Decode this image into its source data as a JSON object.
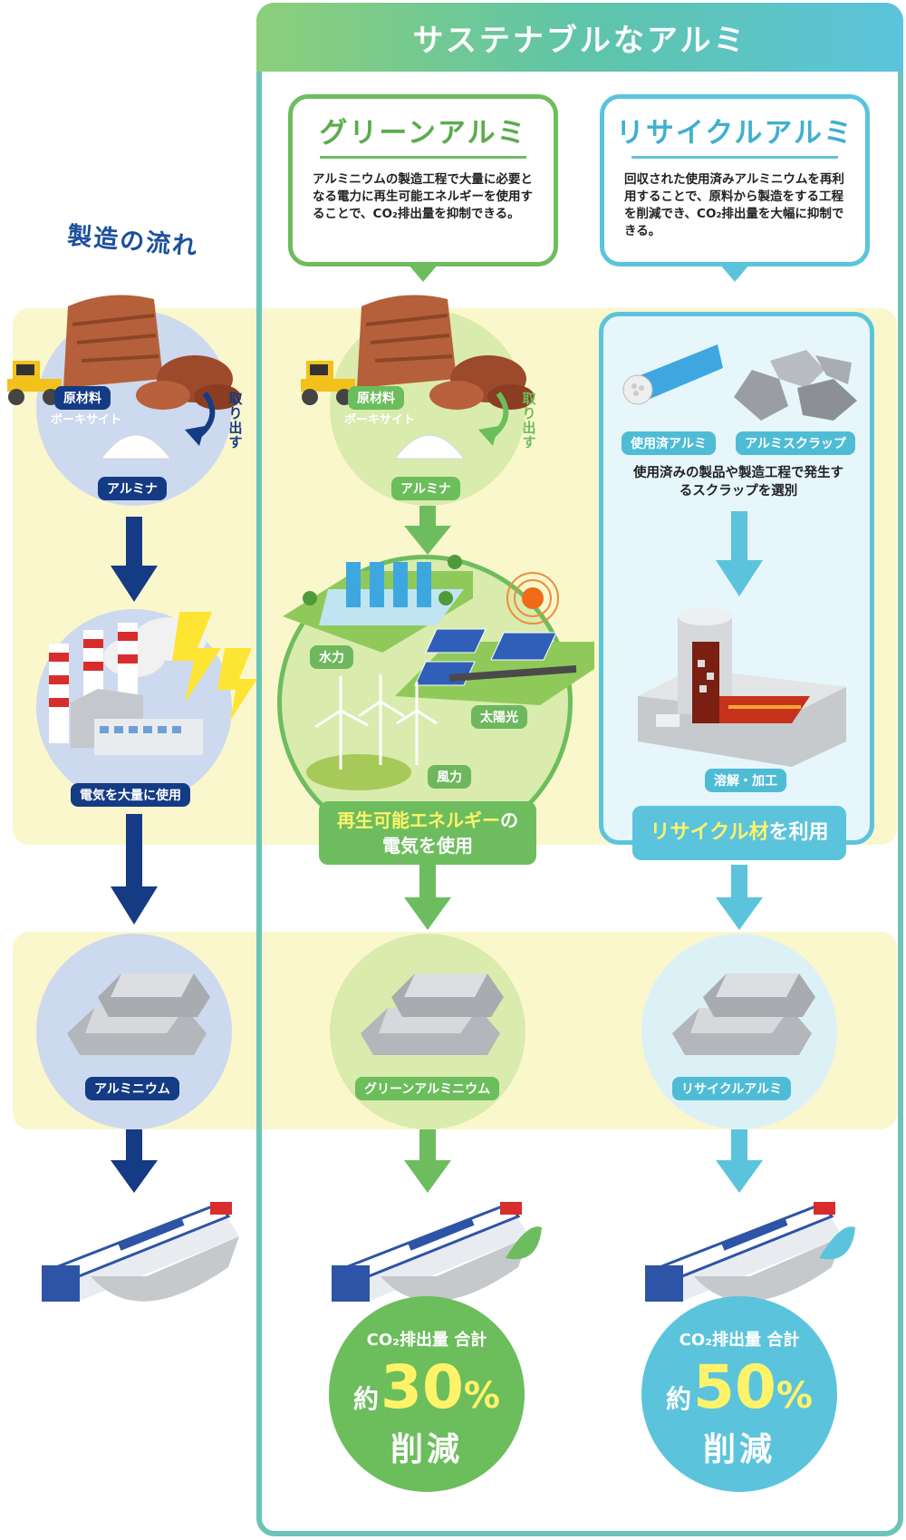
{
  "header": {
    "title": "サステナブルなアルミ"
  },
  "flow_title": "製造の流れ",
  "green_card": {
    "heading": "グリーンアルミ",
    "body": "アルミニウムの製造工程で大量に必要となる電力に再生可能エネルギーを使用することで、CO₂排出量を抑制できる。"
  },
  "recycle_card": {
    "heading": "リサイクルアルミ",
    "body": "回収された使用済みアルミニウムを再利用することで、原料から製造をする工程を削減でき、CO₂排出量を大幅に抑制できる。"
  },
  "standard": {
    "raw_material": "原材料",
    "bauxite": "ボーキサイト",
    "extract": "取り出す",
    "alumina": "アルミナ",
    "electricity": "電気を大量に使用",
    "aluminium": "アルミニウム"
  },
  "green": {
    "raw_material": "原材料",
    "bauxite": "ボーキサイト",
    "extract": "取り出す",
    "alumina": "アルミナ",
    "hydro": "水力",
    "solar": "太陽光",
    "wind": "風力",
    "banner_highlight": "再生可能エネルギー",
    "banner_suffix": "の",
    "banner_line2": "電気を使用",
    "aluminium": "グリーンアルミニウム",
    "result_label": "CO₂排出量 合計",
    "result_prefix": "約",
    "result_value": "30",
    "result_unit": "%",
    "result_reduce": "削減"
  },
  "recycle": {
    "used_aluminium": "使用済アルミ",
    "scrap": "アルミスクラップ",
    "select_text": "使用済みの製品や製造工程で発生するスクラップを選別",
    "melt": "溶解・加工",
    "banner_highlight": "リサイクル材",
    "banner_suffix": "を利用",
    "aluminium": "リサイクルアルミ",
    "result_label": "CO₂排出量 合計",
    "result_prefix": "約",
    "result_value": "50",
    "result_unit": "%",
    "result_reduce": "削減"
  },
  "colors": {
    "navy": "#143b84",
    "green": "#6dbd5f",
    "cyan": "#5bc4dc",
    "band": "#fbf7cc",
    "highlight": "#fff36a"
  }
}
